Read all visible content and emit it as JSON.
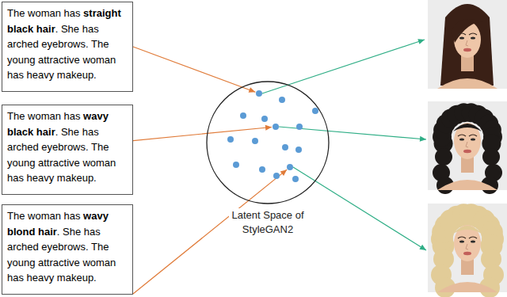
{
  "diagram": {
    "nodes": [
      {
        "text": [
          "The woman has straight black hair. She has arched eyebrows. The young attractive woman has heavy makeup."
        ]
      },
      {
        "text": [
          "The woman has wavy black hair. She has arched eyebrows. The young attractive woman has heavy makeup."
        ]
      },
      {
        "text": [
          "The woman has wavy blond hair. She has arched eyebrows. The young attractive woman has heavy makeup."
        ]
      },
      {
        "text": [
          "Latent Space of StyleGAN2"
        ]
      }
    ],
    "edges": [
      {
        "from": 0,
        "to": 3,
        "arrow": "to"
      },
      {
        "from": 1,
        "to": 3,
        "arrow": "to"
      },
      {
        "from": 2,
        "to": 3,
        "arrow": "to"
      }
    ]
  }
}
